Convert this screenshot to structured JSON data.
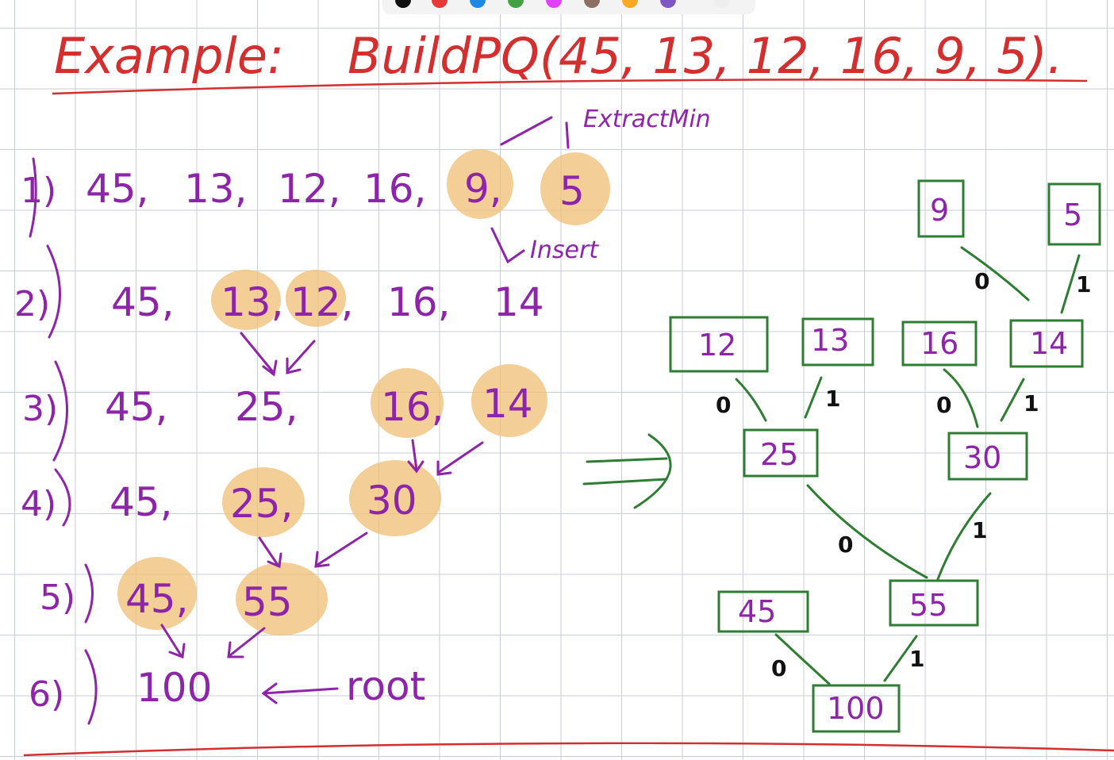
{
  "title": {
    "example_label": "Example:",
    "call_text": "BuildPQ(45, 13, 12, 16, 9, 5)."
  },
  "steps": [
    {
      "num": "1)",
      "items": [
        "45,",
        "13,",
        "12,",
        "16,",
        "9,",
        "5"
      ]
    },
    {
      "num": "2)",
      "items": [
        "45,",
        "13,",
        "12,",
        "16,",
        "14"
      ]
    },
    {
      "num": "3)",
      "items": [
        "45,",
        "25,",
        "16,",
        "14"
      ]
    },
    {
      "num": "4)",
      "items": [
        "45,",
        "25,",
        "30"
      ]
    },
    {
      "num": "5)",
      "items": [
        "45,",
        "55"
      ]
    },
    {
      "num": "6)",
      "items": [
        "100"
      ]
    }
  ],
  "annotations": {
    "extract_min": "ExtractMin",
    "insert": "Insert",
    "root": "root",
    "implies": "⇒"
  },
  "tree": {
    "nodes": {
      "n9": "9",
      "n5": "5",
      "n12": "12",
      "n13": "13",
      "n16": "16",
      "n14": "14",
      "n25": "25",
      "n30": "30",
      "n45": "45",
      "n55": "55",
      "n100": "100"
    },
    "edge_labels": {
      "zero": "0",
      "one": "1"
    }
  },
  "toolbar": {
    "pen_colors": [
      "#111111",
      "#e53935",
      "#1e88e5",
      "#43a047",
      "#e040fb",
      "#8d6e63",
      "#f9a825",
      "#7e57c2",
      "#eeeeee"
    ]
  }
}
